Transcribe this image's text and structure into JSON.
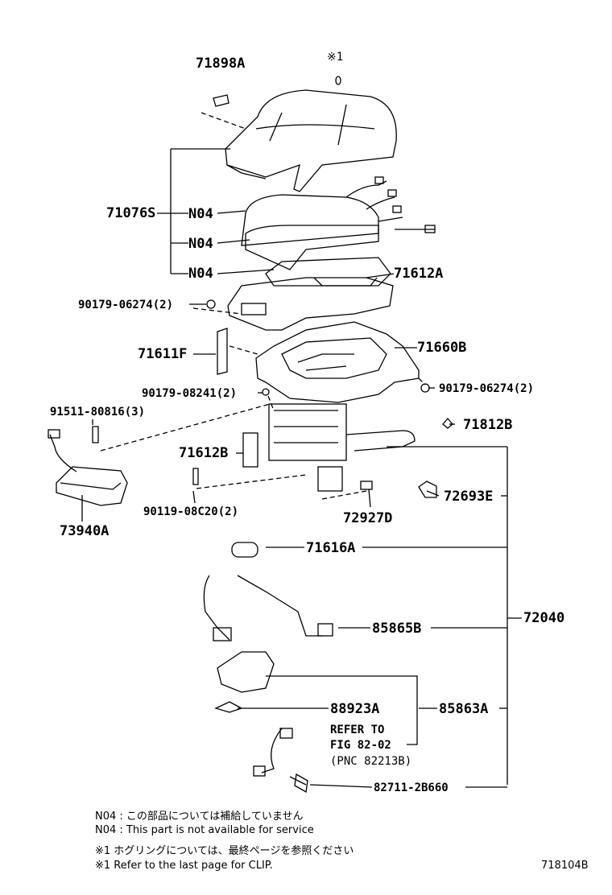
{
  "parts": {
    "p71898A": "71898A",
    "mark1": "※1",
    "p71076S": "71076S",
    "n04a": "N04",
    "n04b": "N04",
    "n04c": "N04",
    "p71612A": "71612A",
    "p90179_06274a": "90179-06274(2)",
    "p71611F": "71611F",
    "p71660B": "71660B",
    "p90179_08241": "90179-08241(2)",
    "p90179_06274b": "90179-06274(2)",
    "p91511": "91511-80816(3)",
    "p71812B": "71812B",
    "p71612B": "71612B",
    "p90119": "90119-08C20(2)",
    "p72927D": "72927D",
    "p72693E": "72693E",
    "p73940A": "73940A",
    "p71616A": "71616A",
    "p72040": "72040",
    "p85865B": "85865B",
    "p88923A": "88923A",
    "p85863A": "85863A",
    "refer1": "REFER TO",
    "refer2": "FIG 82-02",
    "refer3": "(PNC 82213B)",
    "p82711": "82711-2B660"
  },
  "notes": {
    "n1": "N04 : この部品については補給していません",
    "n2": "N04 : This part is not available for service",
    "n3": "※1 ホグリングについては、最終ページを参照ください",
    "n4": "※1 Refer to the last page for CLIP.",
    "fig": "718104B"
  }
}
